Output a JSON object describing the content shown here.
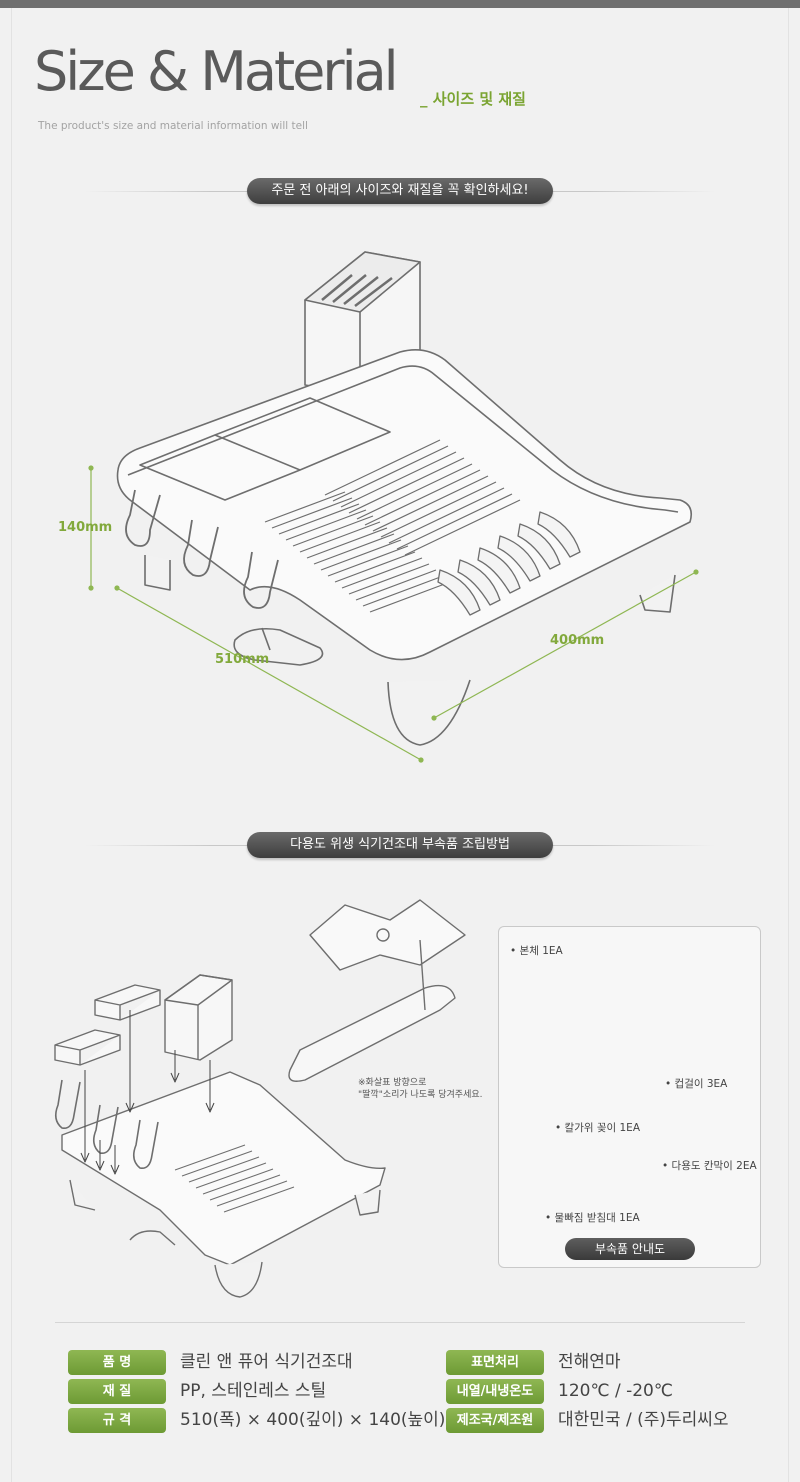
{
  "header": {
    "title": "Size & Material",
    "subtitle_kr": "_ 사이즈 및 재질",
    "tagline": "The product's size and material information will tell"
  },
  "section1": {
    "pill_text": "주문 전 아래의 사이즈와 재질을 꼭 확인하세요!",
    "dimensions": {
      "height": "140mm",
      "width": "510mm",
      "depth": "400mm"
    }
  },
  "section2": {
    "pill_text": "다용도 위생 식기건조대 부속품 조립방법",
    "note_line1": "※화살표 방향으로",
    "note_line2": "\"딸깍\"소리가 나도록 당겨주세요.",
    "parts": {
      "body": "• 본체 1EA",
      "knife_holder": "• 칼가위 꽂이 1EA",
      "cup_hook": "• 컵걸이 3EA",
      "divider": "• 다용도 칸막이 2EA",
      "drain_tray": "• 물빠짐 받침대 1EA",
      "guide_label": "부속품 안내도"
    }
  },
  "specs": {
    "left": [
      {
        "label": "품  명",
        "value": "클린 앤 퓨어 식기건조대"
      },
      {
        "label": "재  질",
        "value": "PP, 스테인레스 스틸"
      },
      {
        "label": "규  격",
        "value": "510(폭) × 400(깊이) × 140(높이)"
      }
    ],
    "right": [
      {
        "label": "표면처리",
        "value": "전해연마"
      },
      {
        "label": "내열/내냉온도",
        "value": "120℃ / -20℃"
      },
      {
        "label": "제조국/제조원",
        "value": "대한민국 / (주)두리씨오"
      }
    ]
  },
  "colors": {
    "accent": "#7aa431",
    "badge": "#7ba03c",
    "pill": "#4a4a4a"
  }
}
